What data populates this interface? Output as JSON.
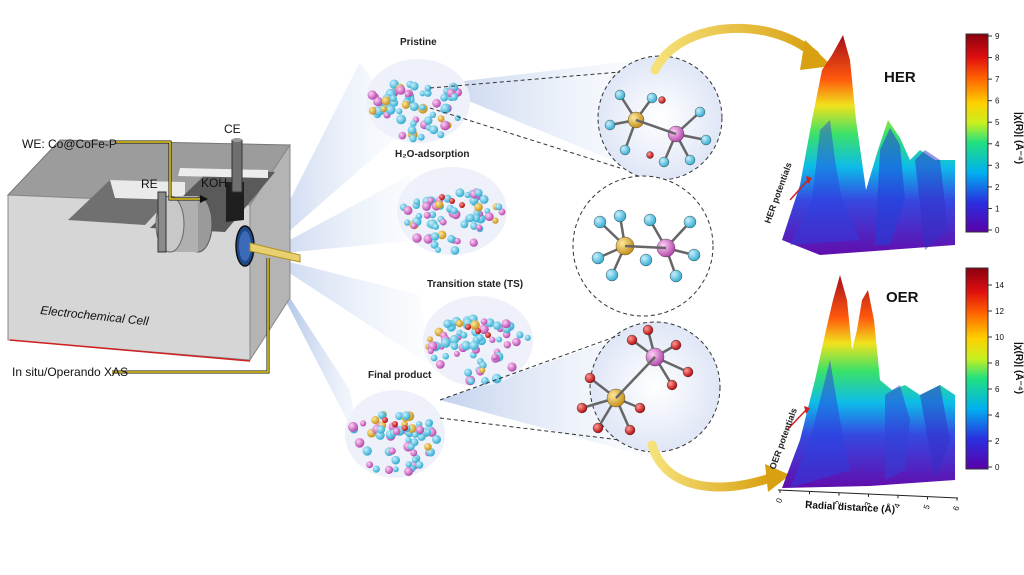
{
  "cell": {
    "we_label": "WE: Co@CoFe-P",
    "ce_label": "CE",
    "re_label": "RE",
    "koh_label": "KOH",
    "cell_label": "Electrochemical Cell",
    "xas_label": "In situ/Operando XAS"
  },
  "stages": {
    "pristine": "Pristine",
    "adsorption": "H₂O-adsorption",
    "transition": "Transition state (TS)",
    "final": "Final product"
  },
  "her_plot": {
    "title": "HER",
    "potential_label": "HER potentials",
    "colorbar_label": "|χ(R)| (Å⁻⁴)",
    "colorbar_ticks": [
      "9",
      "8",
      "7",
      "6",
      "5",
      "4",
      "3",
      "2",
      "1",
      "0"
    ]
  },
  "oer_plot": {
    "title": "OER",
    "potential_label": "OER potentials",
    "colorbar_label": "|χ(R)| (Å⁻⁴)",
    "colorbar_ticks": [
      "14",
      "12",
      "10",
      "8",
      "6",
      "4",
      "2",
      "0"
    ],
    "x_axis_label": "Radial distance (Å)",
    "x_ticks": [
      "0",
      "1",
      "2",
      "3",
      "4",
      "5",
      "6"
    ]
  },
  "colors": {
    "wire_yellow": "#f2d21e",
    "atom_cyan": "#3fb8d8",
    "atom_gold": "#d9a52a",
    "atom_pink": "#d46ac8",
    "atom_red": "#d42020",
    "arrow_gold": "#e8b81a",
    "beam_blue": "#9fb8e0"
  }
}
